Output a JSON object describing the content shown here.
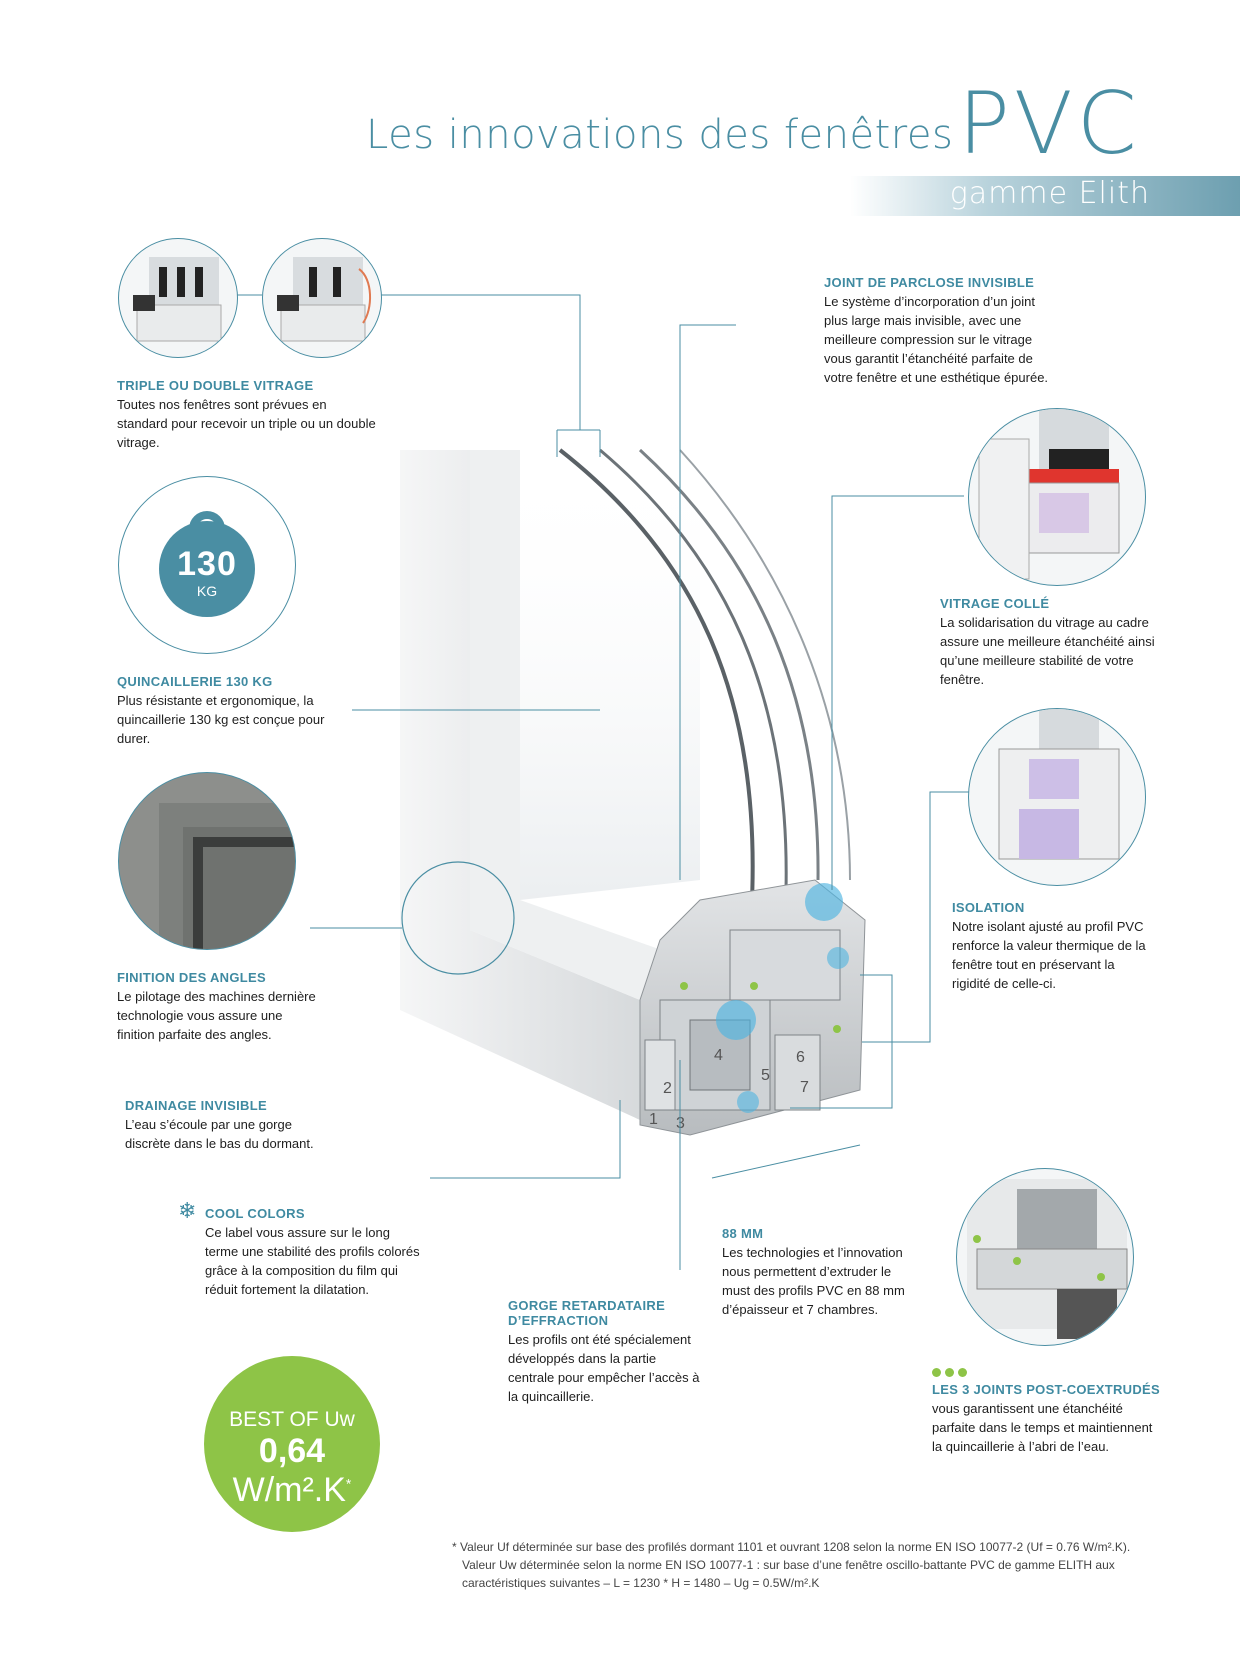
{
  "header": {
    "title": "Les innovations des fenêtres",
    "title_accent": "PVC",
    "subtitle": "gamme Elith"
  },
  "colors": {
    "accent": "#4a8ea3",
    "green": "#8ec447"
  },
  "features": {
    "triple_vitrage": {
      "title": "TRIPLE OU DOUBLE VITRAGE",
      "body": "Toutes nos fenêtres sont prévues en standard pour recevoir un triple ou un double vitrage."
    },
    "quincaillerie": {
      "title": "QUINCAILLERIE 130 KG",
      "body": "Plus résistante et ergonomique, la quincaillerie 130 kg est conçue pour durer.",
      "badge_value": "130",
      "badge_unit": "KG"
    },
    "finition": {
      "title": "FINITION DES ANGLES",
      "body": "Le pilotage des machines dernière technologie vous assure une finition parfaite des angles."
    },
    "drainage": {
      "title": "DRAINAGE INVISIBLE",
      "body": "L’eau s’écoule par une gorge discrète dans le bas du dormant."
    },
    "cool_colors": {
      "title": "COOL COLORS",
      "body": "Ce label vous assure sur le long terme une stabilité des profils colorés grâce à la composition du film qui réduit fortement la dilatation."
    },
    "gorge": {
      "title": "GORGE RETARDATAIRE D’EFFRACTION",
      "body": "Les profils ont été spécialement développés dans la partie centrale pour empêcher l’accès à la quincaillerie."
    },
    "mm88": {
      "title": "88 MM",
      "body": "Les technologies et l’innovation nous permettent d’extruder le must des profils PVC en 88 mm d’épaisseur et 7 chambres."
    },
    "joint_parclose": {
      "title": "JOINT DE PARCLOSE INVISIBLE",
      "body": "Le système d’incorporation d’un joint plus large mais invisible, avec une meilleure compression sur le vitrage vous garantit l’étanchéité parfaite de votre fenêtre et une esthétique épurée."
    },
    "vitrage_colle": {
      "title": "VITRAGE COLLÉ",
      "body": "La solidarisation du vitrage au cadre assure une meilleure étanchéité ainsi qu’une meilleure stabilité de votre fenêtre."
    },
    "isolation": {
      "title": "ISOLATION",
      "body": "Notre isolant ajusté au profil PVC renforce la valeur thermique de la fenêtre tout en préservant la rigidité de celle-ci."
    },
    "joints": {
      "title": "LES 3 JOINTS POST-COEXTRUDÉS",
      "body": "vous garantissent une étanchéité parfaite dans le temps et maintiennent la quincaillerie à l’abri de l’eau."
    }
  },
  "chambers": [
    "1",
    "2",
    "3",
    "4",
    "5",
    "6",
    "7"
  ],
  "best_of": {
    "line1": "BEST OF Uw",
    "value": "0,64",
    "unit": "W/m².K",
    "asterisk": "*"
  },
  "footnote": {
    "line1": "* Valeur Uf déterminée sur base des profilés dormant 1101 et ouvrant 1208 selon la norme EN ISO 10077-2 (Uf = 0.76 W/m².K).",
    "line2": "Valeur Uw déterminée selon la norme EN ISO 10077-1 : sur base d’une fenêtre oscillo-battante PVC de gamme ELITH aux caractéristiques suivantes – L = 1230 * H = 1480 – Ug = 0.5W/m².K"
  }
}
